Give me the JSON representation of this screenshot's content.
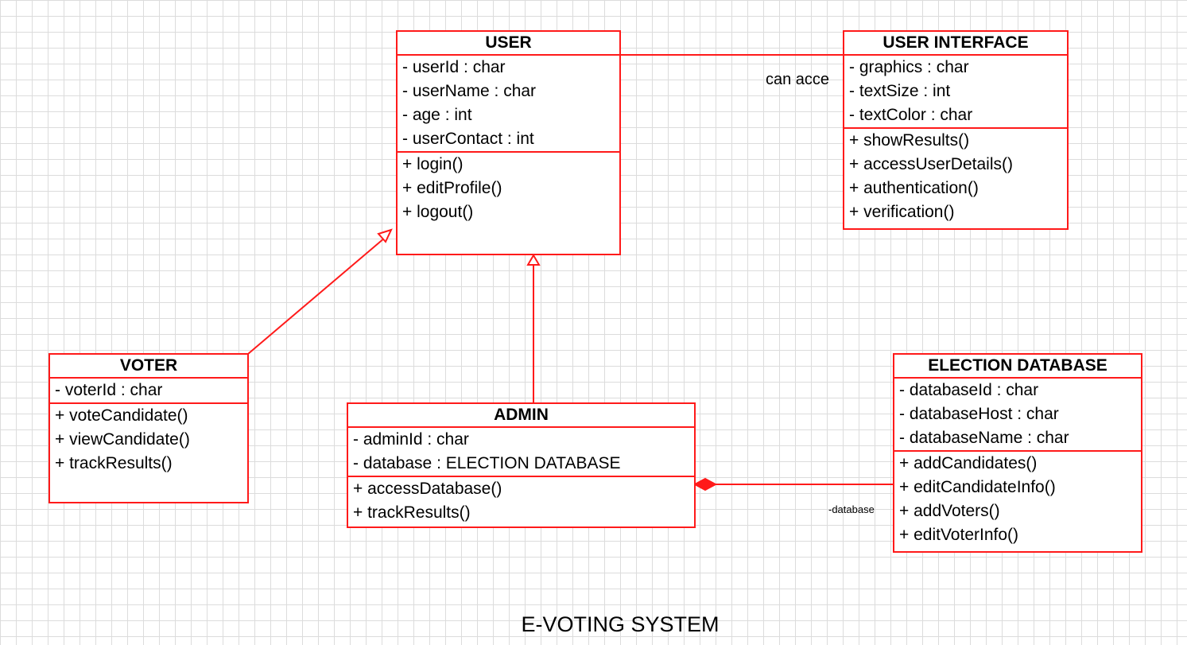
{
  "classes": {
    "user": {
      "name": "USER",
      "attributes": [
        "- userId : char",
        "- userName : char",
        "- age : int",
        "- userContact : int"
      ],
      "methods": [
        "+ login()",
        "+ editProfile()",
        "+ logout()"
      ]
    },
    "user_interface": {
      "name": "USER INTERFACE",
      "attributes": [
        "- graphics : char",
        "- textSize : int",
        "- textColor : char"
      ],
      "methods": [
        "+ showResults()",
        "+ accessUserDetails()",
        "+ authentication()",
        "+ verification()"
      ]
    },
    "voter": {
      "name": "VOTER",
      "attributes": [
        "- voterId : char"
      ],
      "methods": [
        "+ voteCandidate()",
        "+ viewCandidate()",
        "+ trackResults()"
      ]
    },
    "admin": {
      "name": "ADMIN",
      "attributes": [
        "- adminId : char",
        "- database : ELECTION DATABASE"
      ],
      "methods": [
        "+ accessDatabase()",
        "+ trackResults()"
      ]
    },
    "election_database": {
      "name": "ELECTION DATABASE",
      "attributes": [
        "- databaseId : char",
        "- databaseHost : char",
        "- databaseName : char"
      ],
      "methods": [
        "+ addCandidates()",
        "+ editCandidateInfo()",
        "+ addVoters()",
        "+ editVoterInfo()"
      ]
    }
  },
  "relations": {
    "user_ui_label": "can acce",
    "composition_label": "-database"
  },
  "caption": "E-VOTING SYSTEM",
  "colors": {
    "line": "#ff1a1a",
    "grid": "#dcdcdc",
    "background": "#ffffff"
  }
}
